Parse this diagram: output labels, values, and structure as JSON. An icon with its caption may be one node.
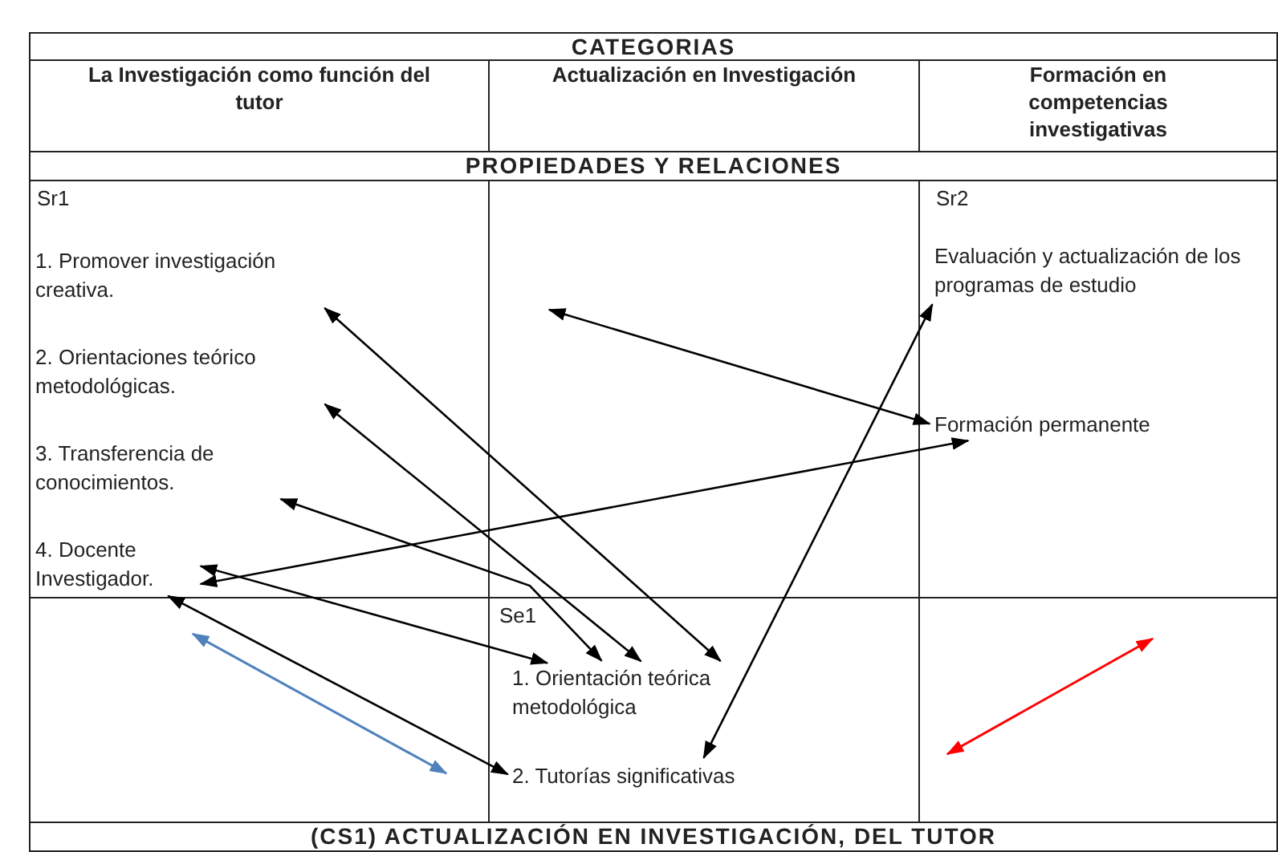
{
  "diagram": {
    "nodes": [
      {
        "text": [
          "CATEGORIAS"
        ]
      },
      {
        "text": [
          "La Investigación como función del tutor"
        ]
      },
      {
        "text": [
          "Actualización en Investigación"
        ]
      },
      {
        "text": [
          "Formación en competencias investigativas"
        ]
      },
      {
        "text": [
          "PROPIEDADES Y RELACIONES"
        ]
      },
      {
        "text": [
          "Sr1"
        ]
      },
      {
        "text": [
          "1. Promover investigación creativa."
        ],
        "in": 5
      },
      {
        "text": [
          "2. Orientaciones teórico metodológicas."
        ],
        "in": 5
      },
      {
        "text": [
          "3. Transferencia de conocimientos."
        ],
        "in": 5
      },
      {
        "text": [
          "4. Docente Investigador."
        ],
        "in": 5
      },
      {
        "text": [
          "Sr2"
        ]
      },
      {
        "text": [
          "Evaluación y actualización de los programas de estudio"
        ],
        "in": 10
      },
      {
        "text": [
          "Formación permanente"
        ],
        "in": 10
      },
      {
        "text": [
          "Se1"
        ]
      },
      {
        "text": [
          "1. Orientación teórica metodológica"
        ],
        "in": 13
      },
      {
        "text": [
          "2. Tutorías significativas"
        ],
        "in": 13
      },
      {
        "text": [
          "(CS1) ACTUALIZACIÓN EN INVESTIGACIÓN, DEL TUTOR"
        ]
      }
    ],
    "edges": [
      {
        "from": null,
        "to": 12,
        "arrow": "both"
      },
      {
        "from": 6,
        "to": 14,
        "arrow": "both"
      },
      {
        "from": 7,
        "to": 14,
        "arrow": "both"
      },
      {
        "from": 8,
        "to": 14,
        "arrow": "both"
      },
      {
        "from": 9,
        "to": 14,
        "arrow": "both"
      },
      {
        "from": 9,
        "to": 15,
        "arrow": "both"
      },
      {
        "from": 12,
        "to": 9,
        "arrow": "both"
      },
      {
        "from": 15,
        "to": 11,
        "arrow": "both"
      }
    ]
  }
}
